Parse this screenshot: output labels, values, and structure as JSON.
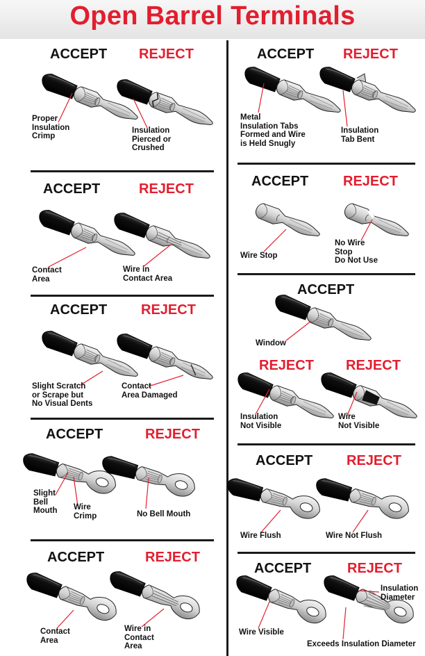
{
  "title": "Open Barrel Terminals",
  "colors": {
    "accent": "#e21e2f",
    "text": "#111111",
    "rule": "#1a1a1a"
  },
  "panels": [
    {
      "id": "p1",
      "accept": "ACCEPT",
      "reject": "REJECT",
      "accept_label": "Proper\nInsulation\nCrimp",
      "reject_label": "Insulation\nPierced or\nCrushed"
    },
    {
      "id": "p2",
      "accept": "ACCEPT",
      "reject": "REJECT",
      "accept_label": "Contact\nArea",
      "reject_label": "Wire in\nContact Area"
    },
    {
      "id": "p3",
      "accept": "ACCEPT",
      "reject": "REJECT",
      "accept_label": "Slight Scratch\nor Scrape but\nNo Visual Dents",
      "reject_label": "Contact\nArea Damaged"
    },
    {
      "id": "p4",
      "accept": "ACCEPT",
      "reject": "REJECT",
      "accept_label": "Slight\nBell\nMouth",
      "accept_label_2": "Wire\nCrimp",
      "reject_label": "No Bell Mouth"
    },
    {
      "id": "p5",
      "accept": "ACCEPT",
      "reject": "REJECT",
      "accept_label": "Contact\nArea",
      "reject_label": "Wire in\nContact\nArea"
    },
    {
      "id": "p6",
      "accept": "ACCEPT",
      "reject": "REJECT",
      "accept_label": "Metal\nInsulation Tabs\nFormed and Wire\nis Held Snugly",
      "reject_label": "Insulation\nTab Bent"
    },
    {
      "id": "p7",
      "accept": "ACCEPT",
      "reject": "REJECT",
      "accept_label": "Wire Stop",
      "reject_label": "No Wire\nStop\nDo Not Use"
    },
    {
      "id": "p8",
      "accept": "ACCEPT",
      "reject": "REJECT",
      "reject_2": "REJECT",
      "accept_label": "Window",
      "reject_label": "Insulation\nNot Visible",
      "reject_label_2": "Wire\nNot Visible"
    },
    {
      "id": "p9",
      "accept": "ACCEPT",
      "reject": "REJECT",
      "accept_label": "Wire Flush",
      "reject_label": "Wire Not Flush"
    },
    {
      "id": "p10",
      "accept": "ACCEPT",
      "reject": "REJECT",
      "accept_label": "Wire Visible",
      "reject_label": "Exceeds Insulation Diameter",
      "reject_label_2": "Insulation\nDiameter"
    }
  ]
}
